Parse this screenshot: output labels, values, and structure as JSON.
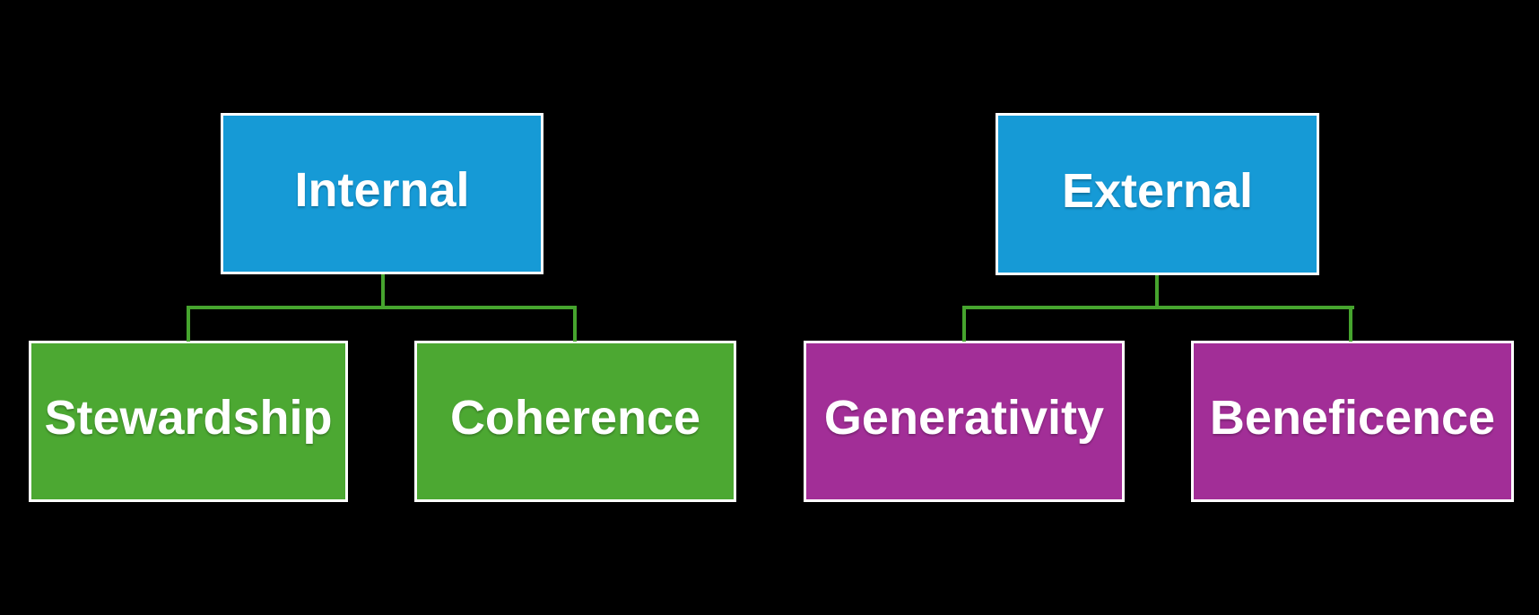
{
  "diagram": {
    "background_color": "#000000",
    "connector_color": "#46A42E",
    "border_color": "#FFFFFF",
    "text_color": "#FFFFFF",
    "trees": [
      {
        "root": {
          "label": "Internal",
          "color": "#169AD6"
        },
        "children": [
          {
            "label": "Stewardship",
            "color": "#4CA832"
          },
          {
            "label": "Coherence",
            "color": "#4CA832"
          }
        ]
      },
      {
        "root": {
          "label": "External",
          "color": "#169AD6"
        },
        "children": [
          {
            "label": "Generativity",
            "color": "#A22E97"
          },
          {
            "label": "Beneficence",
            "color": "#A22E97"
          }
        ]
      }
    ]
  }
}
